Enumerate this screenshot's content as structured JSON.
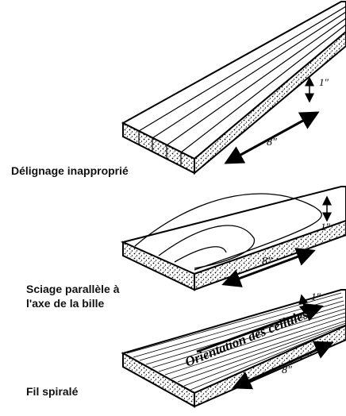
{
  "panels": [
    {
      "caption": [
        "Délignage inapproprié"
      ],
      "width_label": "8\"",
      "thickness_label": "1\""
    },
    {
      "caption": [
        "Sciage parallèle à",
        "l'axe de la bille"
      ],
      "width_label": "8\"",
      "thickness_label": "1\""
    },
    {
      "caption": [
        "Fil spiralé"
      ],
      "width_label": "8\"",
      "thickness_label": "1\"",
      "grain_label": "Orientation des cellules"
    }
  ]
}
